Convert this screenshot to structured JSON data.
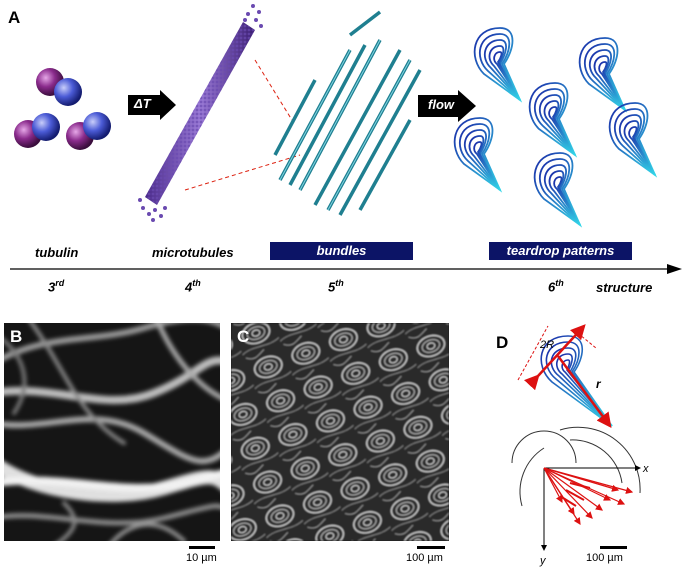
{
  "panels": {
    "a": "A",
    "b": "B",
    "c": "C",
    "d": "D"
  },
  "stages": {
    "tubulin": "tubulin",
    "microtubules": "microtubules",
    "bundles": "bundles",
    "teardrops": "teardrop patterns"
  },
  "arrows": {
    "delta_t": "ΔT",
    "flow": "flow"
  },
  "axis": {
    "label": "structure",
    "orders": [
      {
        "num": "3",
        "suffix": "rd"
      },
      {
        "num": "4",
        "suffix": "th"
      },
      {
        "num": "5",
        "suffix": "th"
      },
      {
        "num": "6",
        "suffix": "th"
      }
    ]
  },
  "scalebars": {
    "b": "10 µm",
    "c": "100 µm",
    "d": "100 µm"
  },
  "panel_d": {
    "two_r": "2R",
    "r_vec": "r",
    "x_axis": "x",
    "y_axis": "y"
  },
  "colors": {
    "banner": "#0c1466",
    "bundle": "#1f7f90",
    "teardrop_outer": "#1a2aa8",
    "teardrop_inner": "#33d6e8",
    "arrow_red": "#dd1111",
    "tubulin_purple": "#8a2b8c",
    "tubulin_blue": "#4b5bd6"
  }
}
